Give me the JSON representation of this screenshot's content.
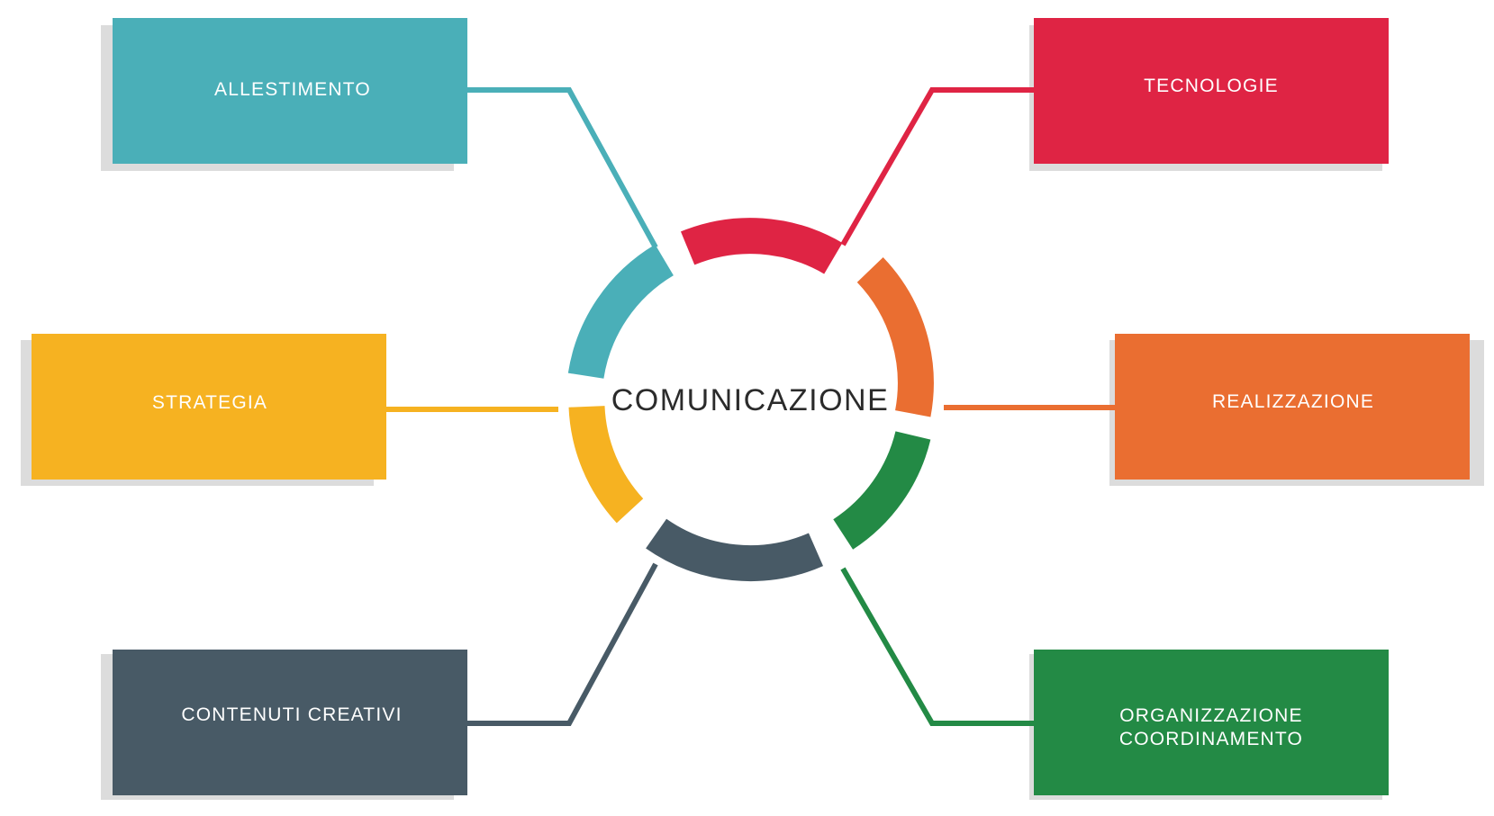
{
  "center": {
    "label": "COMUNICAZIONE"
  },
  "colors": {
    "teal": "#4AAFB8",
    "red": "#DF2444",
    "yellow": "#F6B221",
    "orange": "#EA6E31",
    "slate": "#485A66",
    "green": "#238A45",
    "shadow": "#d4d4d4"
  },
  "boxes": {
    "allestimento": {
      "label": "ALLESTIMENTO",
      "color": "#4AAFB8"
    },
    "tecnologie": {
      "label": "TECNOLOGIE",
      "color": "#DF2444"
    },
    "strategia": {
      "label": "STRATEGIA",
      "color": "#F6B221"
    },
    "realizzazione": {
      "label": "REALIZZAZIONE",
      "color": "#EA6E31"
    },
    "contenuti": {
      "label": "CONTENUTI CREATIVI",
      "color": "#485A66"
    },
    "organizzazione": {
      "line1": "ORGANIZZAZIONE",
      "line2": "COORDINAMENTO",
      "color": "#238A45"
    }
  }
}
